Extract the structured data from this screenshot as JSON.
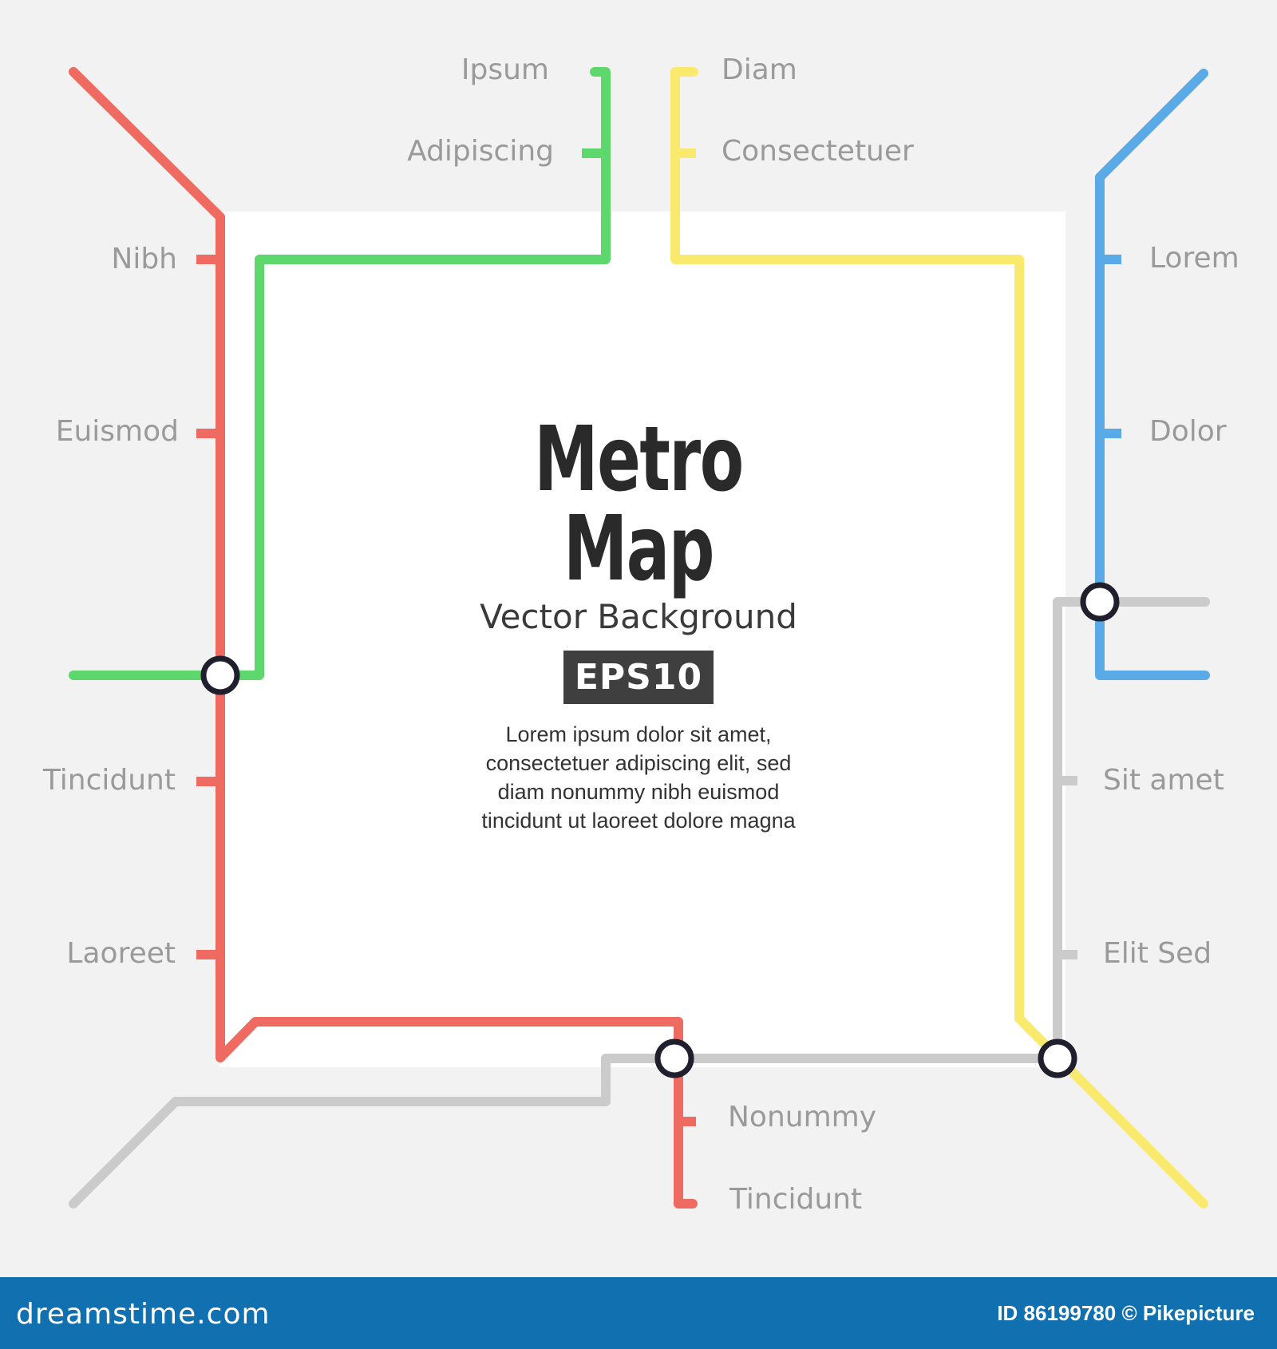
{
  "diagram": {
    "title_line1": "Metro",
    "title_line2": "Map",
    "subtitle": "Vector Background",
    "badge": "EPS10",
    "body": "Lorem ipsum dolor sit amet,\nconsectetuer adipiscing elit, sed\ndiam nonummy nibh euismod\ntincidunt ut laoreet dolore magna"
  },
  "lines": {
    "red": "#ef6b61",
    "green": "#5ed76d",
    "yellow": "#f9ea6e",
    "blue": "#5aaae8",
    "gray": "#cbcbcb",
    "station_stroke": "#1f1f2e"
  },
  "stations": {
    "ipsum": "Ipsum",
    "adipiscing": "Adipiscing",
    "diam": "Diam",
    "consectetuer": "Consectetuer",
    "nibh": "Nibh",
    "euismod": "Euismod",
    "tincidunt_left": "Tincidunt",
    "laoreet": "Laoreet",
    "lorem": "Lorem",
    "dolor": "Dolor",
    "sit_amet": "Sit amet",
    "elit_sed": "Elit Sed",
    "nonummy": "Nonummy",
    "tincidunt_bottom": "Tincidunt"
  },
  "footer": {
    "brand": "dreamstime.com",
    "credit": "ID 86199780 © Pikepicture"
  }
}
